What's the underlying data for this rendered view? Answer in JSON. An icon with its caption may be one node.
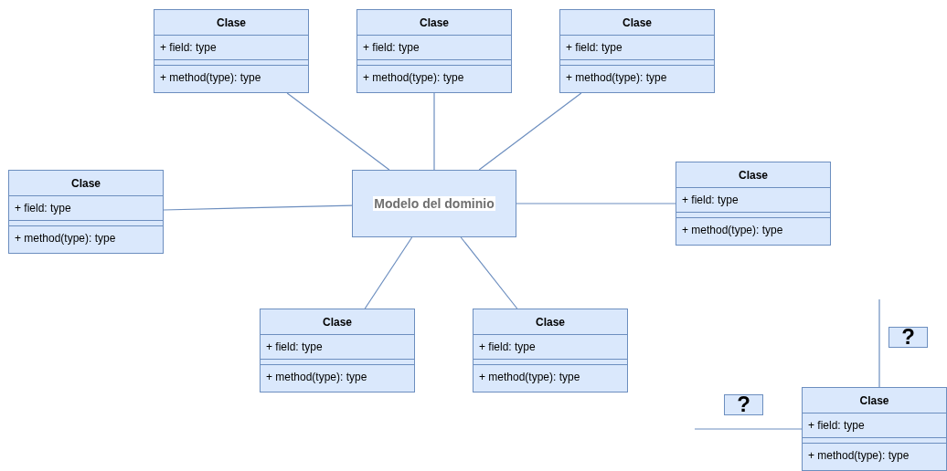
{
  "diagram": {
    "nodes": [
      {
        "text": [
          "Modelo del dominio"
        ]
      },
      {
        "text": [
          "Clase",
          "+ field: type",
          "+ method(type): type"
        ]
      },
      {
        "text": [
          "Clase",
          "+ field: type",
          "+ method(type): type"
        ]
      },
      {
        "text": [
          "Clase",
          "+ field: type",
          "+ method(type): type"
        ]
      },
      {
        "text": [
          "Clase",
          "+ field: type",
          "+ method(type): type"
        ]
      },
      {
        "text": [
          "Clase",
          "+ field: type",
          "+ method(type): type"
        ]
      },
      {
        "text": [
          "Clase",
          "+ field: type",
          "+ method(type): type"
        ]
      },
      {
        "text": [
          "Clase",
          "+ field: type",
          "+ method(type): type"
        ]
      },
      {
        "text": [
          "Clase",
          "+ field: type",
          "+ method(type): type"
        ]
      }
    ],
    "edges": [
      {
        "from": 0,
        "to": 1,
        "arrow": "none"
      },
      {
        "from": 0,
        "to": 2,
        "arrow": "none"
      },
      {
        "from": 0,
        "to": 3,
        "arrow": "none"
      },
      {
        "from": 0,
        "to": 4,
        "arrow": "none"
      },
      {
        "from": 0,
        "to": 5,
        "arrow": "none"
      },
      {
        "from": 0,
        "to": 6,
        "arrow": "none"
      },
      {
        "from": 0,
        "to": 7,
        "arrow": "none"
      },
      {
        "from": null,
        "to": 8,
        "label": "?",
        "arrow": "none"
      },
      {
        "from": null,
        "to": 8,
        "label": "?",
        "arrow": "none"
      }
    ]
  }
}
